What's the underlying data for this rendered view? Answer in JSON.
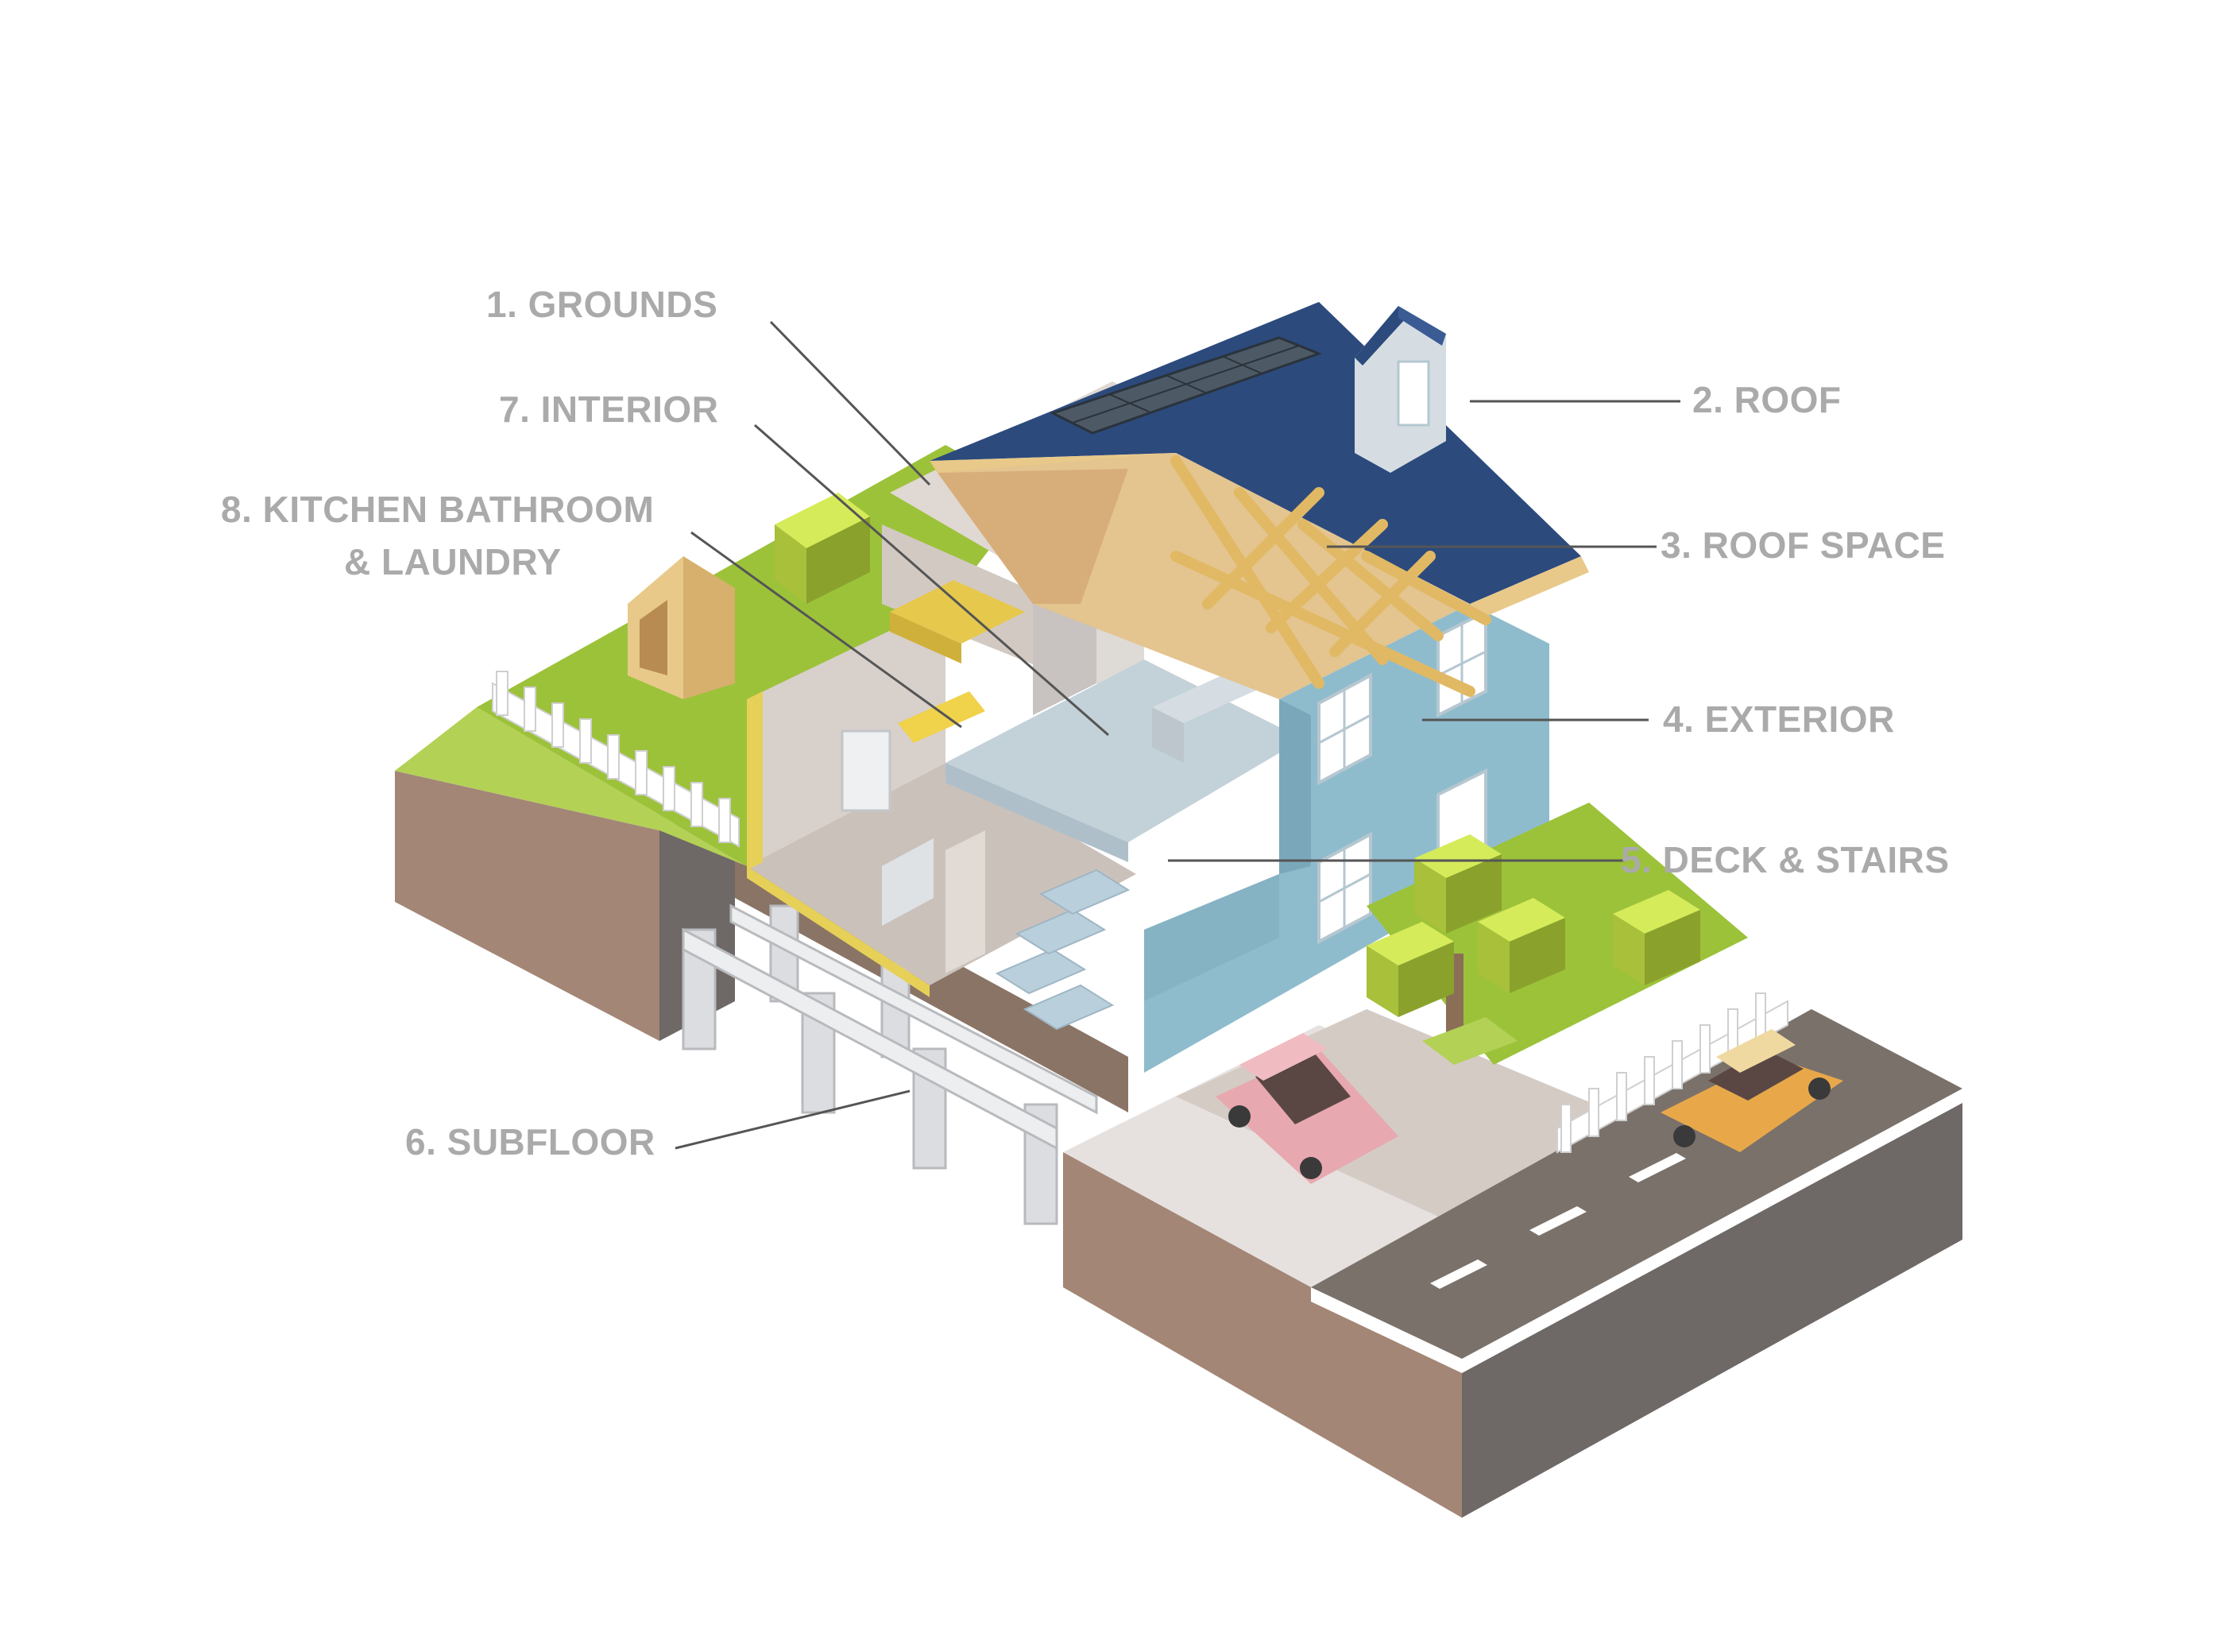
{
  "labels": {
    "grounds": "1. GROUNDS",
    "roof": "2. ROOF",
    "roof_space": "3. ROOF SPACE",
    "exterior": "4. EXTERIOR",
    "deck_stairs": "5. DECK & STAIRS",
    "subfloor": "6. SUBFLOOR",
    "interior": "7. INTERIOR",
    "kitchen_line1": "8. KITCHEN BATHROOM",
    "kitchen_line2": "& LAUNDRY"
  },
  "colors": {
    "label_text": "#aaaaaa",
    "leader_line": "#555555",
    "roof_blue": "#2c4a7c",
    "wall_blue": "#8fbccd",
    "grass": "#9cc23a",
    "soil": "#a38676",
    "road": "#7a716b",
    "timber": "#e8c98a"
  }
}
